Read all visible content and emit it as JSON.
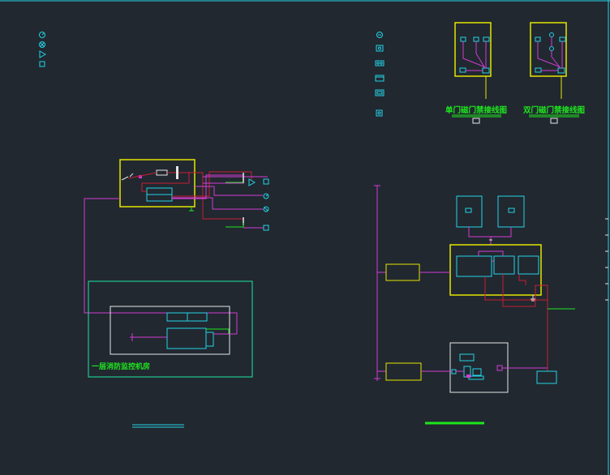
{
  "labels": {
    "machine_room": "一层消防监控机房",
    "single_door": "单门磁门禁接线图",
    "double_door": "双门磁门禁接线图"
  },
  "colors": {
    "background": "#212830",
    "cyan": "#22d3e6",
    "yellow": "#e6e600",
    "magenta": "#d33cd3",
    "red": "#c81e32",
    "green": "#1ee61e",
    "white": "#e6e6e6"
  },
  "legend_left_icons": [
    "clock-icon",
    "cross-circle-icon",
    "triangle-icon",
    "square-icon"
  ],
  "legend_right_icons": [
    "dot-circle-icon",
    "box-dot-icon",
    "double-dot-icon",
    "panel-icon",
    "screen-icon",
    "card-reader-icon"
  ]
}
